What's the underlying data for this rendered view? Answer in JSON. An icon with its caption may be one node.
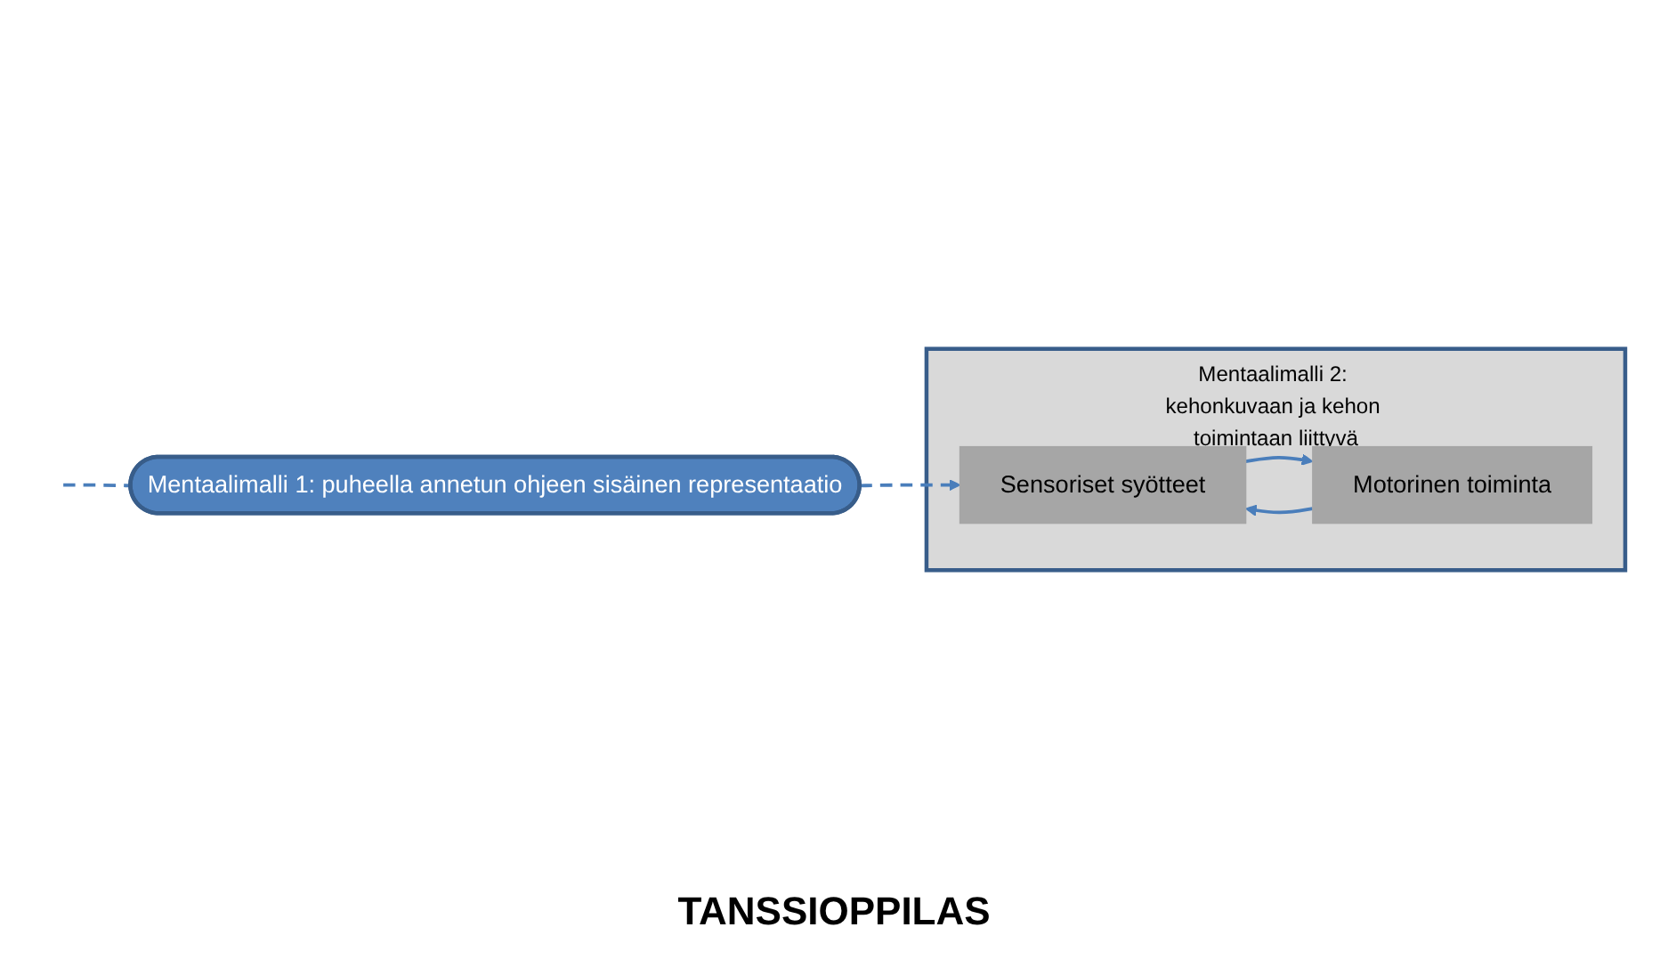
{
  "diagram": {
    "nodes": [
      {
        "text": [
          "Mentaalimalli 1: puheella annetun ohjeen sisäinen representaatio"
        ]
      },
      {
        "text": [
          "Mentaalimalli 2: kehonkuvaan ja kehon toimintaan liittyvä"
        ]
      },
      {
        "text": [
          "Sensoriset syötteet"
        ],
        "in": 1
      },
      {
        "text": [
          "Motorinen toiminta"
        ],
        "in": 1
      }
    ],
    "edges": [
      {
        "from": null,
        "to": 0,
        "arrow": "none",
        "style": "dashed"
      },
      {
        "from": 0,
        "to": 2,
        "arrow": "to",
        "style": "dashed"
      },
      {
        "from": 2,
        "to": 3,
        "arrow": "to"
      },
      {
        "from": 3,
        "to": 2,
        "arrow": "to"
      }
    ],
    "labels": [
      "TANSSIOPPILAS"
    ]
  }
}
